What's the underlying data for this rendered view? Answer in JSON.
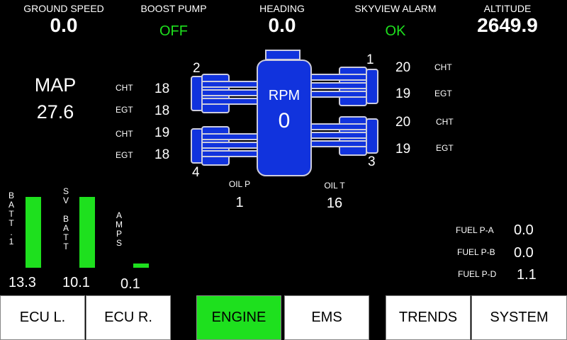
{
  "header": {
    "ground_speed_label": "GROUND SPEED",
    "ground_speed_value": "0.0",
    "boost_pump_label": "BOOST PUMP",
    "boost_pump_value": "OFF",
    "heading_label": "HEADING",
    "heading_value": "0.0",
    "skyview_label": "SKYVIEW ALARM",
    "skyview_value": "OK",
    "altitude_label": "ALTITUDE",
    "altitude_value": "2649.9"
  },
  "map": {
    "label": "MAP",
    "value": "27.6"
  },
  "cylinders": {
    "c2": {
      "num": "2",
      "cht_label": "CHT",
      "cht": "18",
      "egt_label": "EGT",
      "egt": "18"
    },
    "c4": {
      "num": "4",
      "cht_label": "CHT",
      "cht": "19",
      "egt_label": "EGT",
      "egt": "18"
    },
    "c1": {
      "num": "1",
      "cht_label": "CHT",
      "cht": "20",
      "egt_label": "EGT",
      "egt": "19"
    },
    "c3": {
      "num": "3",
      "cht_label": "CHT",
      "cht": "20",
      "egt_label": "EGT",
      "egt": "19"
    }
  },
  "rpm": {
    "label": "RPM",
    "value": "0"
  },
  "oil": {
    "p_label": "OIL P",
    "p_value": "1",
    "t_label": "OIL T",
    "t_value": "16"
  },
  "batteries": {
    "batt1": {
      "label": [
        "B",
        "A",
        "T",
        "T",
        "",
        "1"
      ],
      "value": "13.3",
      "level": 1.0
    },
    "svbatt": {
      "label": [
        "S",
        "V",
        "",
        "B",
        "A",
        "T",
        "T"
      ],
      "value": "10.1",
      "level": 1.0
    },
    "amps": {
      "label": [
        "A",
        "M",
        "P",
        "S"
      ],
      "value": "0.1",
      "level": 0.06
    }
  },
  "fuel": [
    {
      "label": "FUEL P-A",
      "value": "0.0"
    },
    {
      "label": "FUEL P-B",
      "value": "0.0"
    },
    {
      "label": "FUEL P-D",
      "value": "1.1"
    }
  ],
  "buttons": {
    "ecu_l": "ECU L.",
    "ecu_r": "ECU R.",
    "engine": "ENGINE",
    "ems": "EMS",
    "trends": "TRENDS",
    "system": "SYSTEM"
  },
  "colors": {
    "accent": "#1ee01e",
    "engine": "#1133dd"
  }
}
